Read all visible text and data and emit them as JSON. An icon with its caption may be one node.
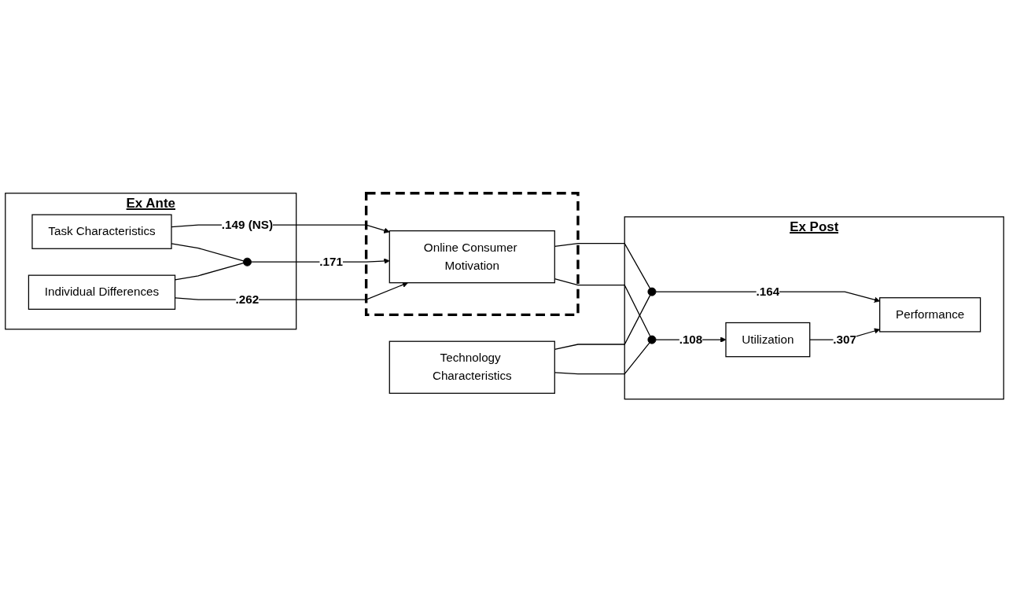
{
  "diagram": {
    "nodes": [
      {
        "text": [
          "Ex Post"
        ]
      },
      {
        "text": [
          "Technology Characteristics"
        ]
      },
      {
        "text": [
          "Performance"
        ],
        "in": 0
      },
      {
        "text": [
          "Ex Ante"
        ]
      },
      {
        "text": [
          "Task Characteristics"
        ],
        "in": 3
      },
      {
        "text": [],
        "shape": "box"
      },
      {
        "text": [
          "Online Consumer Motivation"
        ],
        "in": 5
      },
      {
        "text": [
          "Utilization"
        ],
        "in": 0
      },
      {
        "text": [
          "Individual Differences"
        ],
        "in": 3
      },
      {
        "text": [],
        "shape": "circle",
        "in": 0
      },
      {
        "text": [],
        "shape": "circle",
        "in": 3
      },
      {
        "text": [],
        "shape": "circle",
        "in": 0
      }
    ],
    "edges": [
      {
        "from": 1,
        "to": 9,
        "arrow": "none"
      },
      {
        "from": 6,
        "to": 9,
        "arrow": "none"
      },
      {
        "from": 9,
        "to": 2,
        "arrow": "to",
        "label": ".164"
      },
      {
        "from": 1,
        "to": 11,
        "arrow": "none"
      },
      {
        "from": 6,
        "to": 11,
        "arrow": "none"
      },
      {
        "from": 11,
        "to": 7,
        "arrow": "to",
        "label": ".108"
      },
      {
        "from": 7,
        "to": 2,
        "arrow": "to",
        "label": ".307"
      },
      {
        "from": 4,
        "to": 6,
        "arrow": "to",
        "label": ".149 (NS)"
      },
      {
        "from": 4,
        "to": 10,
        "arrow": "none"
      },
      {
        "from": 8,
        "to": 10,
        "arrow": "none"
      },
      {
        "from": 10,
        "to": 6,
        "arrow": "to",
        "label": ".171"
      },
      {
        "from": 8,
        "to": 6,
        "arrow": "to",
        "label": ".262"
      }
    ]
  }
}
